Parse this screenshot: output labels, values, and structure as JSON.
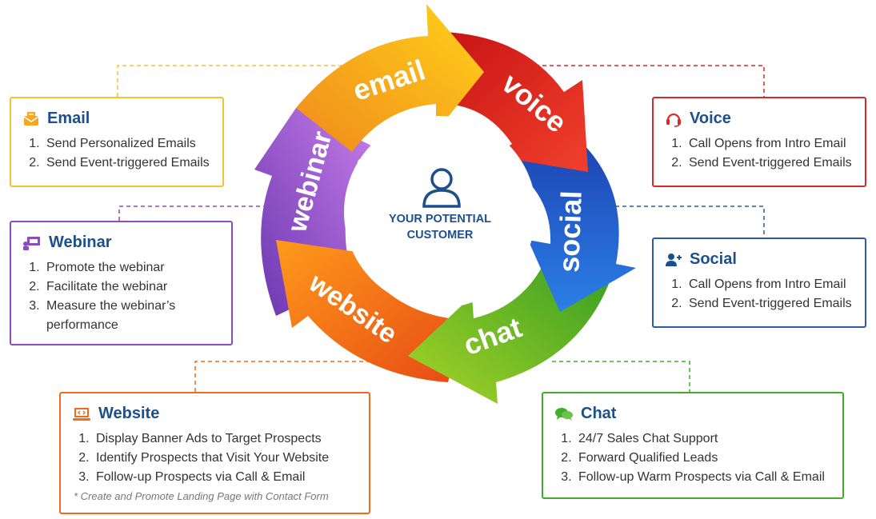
{
  "colors": {
    "email": "#f6a623",
    "voice": "#e02a2a",
    "social": "#1f5fc9",
    "chat": "#3fae2a",
    "website": "#f26a1b",
    "webinar": "#8a4cc2",
    "center": "#1d4f8c"
  },
  "cycle_labels": {
    "email": "email",
    "voice": "voice",
    "social": "social",
    "chat": "chat",
    "website": "website",
    "webinar": "webinar"
  },
  "center": {
    "line1": "YOUR POTENTIAL",
    "line2": "CUSTOMER",
    "icon": "user-icon"
  },
  "boxes": {
    "email": {
      "title": "Email",
      "icon": "email-envelope-icon",
      "items": [
        "Send Personalized Emails",
        "Send Event-triggered Emails"
      ]
    },
    "webinar": {
      "title": "Webinar",
      "icon": "presentation-icon",
      "items": [
        "Promote the webinar",
        "Facilitate the webinar",
        "Measure the webinar’s performance"
      ]
    },
    "website": {
      "title": "Website",
      "icon": "laptop-code-icon",
      "items": [
        "Display Banner Ads to Target Prospects",
        "Identify Prospects that Visit Your Website",
        "Follow-up Prospects via Call & Email"
      ],
      "note": "* Create and Promote Landing Page with Contact Form"
    },
    "voice": {
      "title": "Voice",
      "icon": "headset-icon",
      "items": [
        "Call Opens from Intro Email",
        "Send Event-triggered Emails"
      ]
    },
    "social": {
      "title": "Social",
      "icon": "add-user-icon",
      "items": [
        "Call Opens from Intro Email",
        "Send Event-triggered Emails"
      ]
    },
    "chat": {
      "title": "Chat",
      "icon": "chat-bubbles-icon",
      "items": [
        "24/7 Sales Chat Support",
        "Forward Qualified Leads",
        "Follow-up Warm Prospects via Call & Email"
      ]
    }
  }
}
